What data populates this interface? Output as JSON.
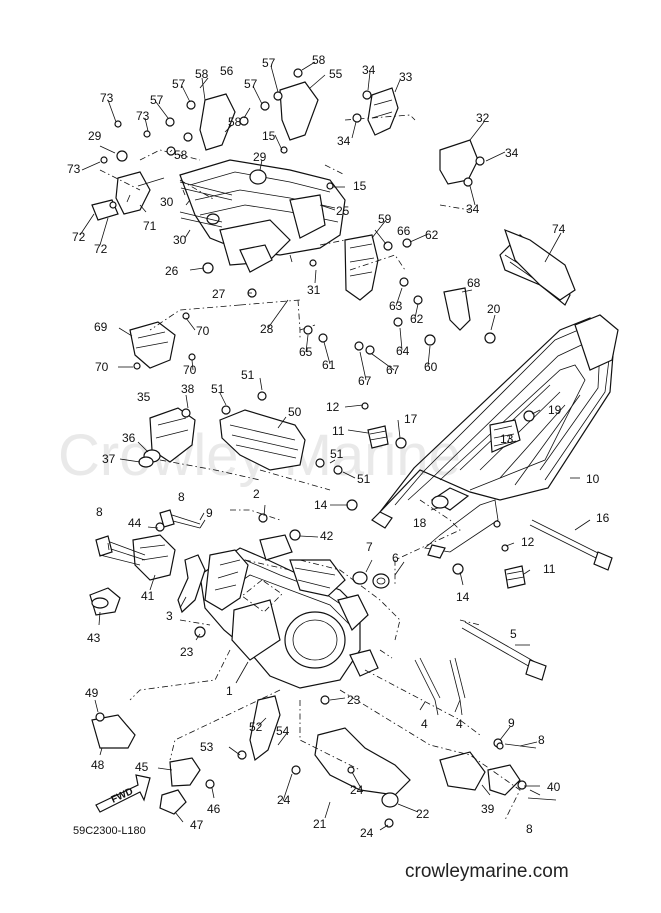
{
  "diagram": {
    "reference_code": "59C2300-L180",
    "site_text": "crowleymarine.com",
    "watermark": "Crowley Marine",
    "fwd_label": "FWD",
    "callouts": [
      {
        "id": "c1",
        "text": "1"
      },
      {
        "id": "c2",
        "text": "2"
      },
      {
        "id": "c3",
        "text": "3"
      },
      {
        "id": "c4a",
        "text": "4"
      },
      {
        "id": "c4b",
        "text": "4"
      },
      {
        "id": "c5",
        "text": "5"
      },
      {
        "id": "c6",
        "text": "6"
      },
      {
        "id": "c7",
        "text": "7"
      },
      {
        "id": "c8a",
        "text": "8"
      },
      {
        "id": "c8b",
        "text": "8"
      },
      {
        "id": "c8c",
        "text": "8"
      },
      {
        "id": "c8d",
        "text": "8"
      },
      {
        "id": "c9a",
        "text": "9"
      },
      {
        "id": "c9b",
        "text": "9"
      },
      {
        "id": "c10",
        "text": "10"
      },
      {
        "id": "c11a",
        "text": "11"
      },
      {
        "id": "c11b",
        "text": "11"
      },
      {
        "id": "c12a",
        "text": "12"
      },
      {
        "id": "c12b",
        "text": "12"
      },
      {
        "id": "c13",
        "text": "13"
      },
      {
        "id": "c14a",
        "text": "14"
      },
      {
        "id": "c14b",
        "text": "14"
      },
      {
        "id": "c15a",
        "text": "15"
      },
      {
        "id": "c15b",
        "text": "15"
      },
      {
        "id": "c16",
        "text": "16"
      },
      {
        "id": "c17",
        "text": "17"
      },
      {
        "id": "c18",
        "text": "18"
      },
      {
        "id": "c19",
        "text": "19"
      },
      {
        "id": "c20",
        "text": "20"
      },
      {
        "id": "c21",
        "text": "21"
      },
      {
        "id": "c22",
        "text": "22"
      },
      {
        "id": "c23a",
        "text": "23"
      },
      {
        "id": "c23b",
        "text": "23"
      },
      {
        "id": "c24a",
        "text": "24"
      },
      {
        "id": "c24b",
        "text": "24"
      },
      {
        "id": "c24c",
        "text": "24"
      },
      {
        "id": "c25",
        "text": "25"
      },
      {
        "id": "c26",
        "text": "26"
      },
      {
        "id": "c27",
        "text": "27"
      },
      {
        "id": "c28",
        "text": "28"
      },
      {
        "id": "c29a",
        "text": "29"
      },
      {
        "id": "c29b",
        "text": "29"
      },
      {
        "id": "c30a",
        "text": "30"
      },
      {
        "id": "c30b",
        "text": "30"
      },
      {
        "id": "c31",
        "text": "31"
      },
      {
        "id": "c32",
        "text": "32"
      },
      {
        "id": "c33",
        "text": "33"
      },
      {
        "id": "c34a",
        "text": "34"
      },
      {
        "id": "c34b",
        "text": "34"
      },
      {
        "id": "c34c",
        "text": "34"
      },
      {
        "id": "c34d",
        "text": "34"
      },
      {
        "id": "c35",
        "text": "35"
      },
      {
        "id": "c36",
        "text": "36"
      },
      {
        "id": "c37",
        "text": "37"
      },
      {
        "id": "c38",
        "text": "38"
      },
      {
        "id": "c39",
        "text": "39"
      },
      {
        "id": "c40",
        "text": "40"
      },
      {
        "id": "c41",
        "text": "41"
      },
      {
        "id": "c42",
        "text": "42"
      },
      {
        "id": "c43",
        "text": "43"
      },
      {
        "id": "c44",
        "text": "44"
      },
      {
        "id": "c45",
        "text": "45"
      },
      {
        "id": "c46",
        "text": "46"
      },
      {
        "id": "c47",
        "text": "47"
      },
      {
        "id": "c48",
        "text": "48"
      },
      {
        "id": "c49",
        "text": "49"
      },
      {
        "id": "c50",
        "text": "50"
      },
      {
        "id": "c51a",
        "text": "51"
      },
      {
        "id": "c51b",
        "text": "51"
      },
      {
        "id": "c51c",
        "text": "51"
      },
      {
        "id": "c51d",
        "text": "51"
      },
      {
        "id": "c52",
        "text": "52"
      },
      {
        "id": "c53",
        "text": "53"
      },
      {
        "id": "c54",
        "text": "54"
      },
      {
        "id": "c55",
        "text": "55"
      },
      {
        "id": "c56",
        "text": "56"
      },
      {
        "id": "c57a",
        "text": "57"
      },
      {
        "id": "c57b",
        "text": "57"
      },
      {
        "id": "c57c",
        "text": "57"
      },
      {
        "id": "c57d",
        "text": "57"
      },
      {
        "id": "c58a",
        "text": "58"
      },
      {
        "id": "c58b",
        "text": "58"
      },
      {
        "id": "c58c",
        "text": "58"
      },
      {
        "id": "c58d",
        "text": "58"
      },
      {
        "id": "c59",
        "text": "59"
      },
      {
        "id": "c60",
        "text": "60"
      },
      {
        "id": "c61",
        "text": "61"
      },
      {
        "id": "c62a",
        "text": "62"
      },
      {
        "id": "c62b",
        "text": "62"
      },
      {
        "id": "c63",
        "text": "63"
      },
      {
        "id": "c64",
        "text": "64"
      },
      {
        "id": "c65",
        "text": "65"
      },
      {
        "id": "c66",
        "text": "66"
      },
      {
        "id": "c67a",
        "text": "67"
      },
      {
        "id": "c67b",
        "text": "67"
      },
      {
        "id": "c68",
        "text": "68"
      },
      {
        "id": "c69",
        "text": "69"
      },
      {
        "id": "c70a",
        "text": "70"
      },
      {
        "id": "c70b",
        "text": "70"
      },
      {
        "id": "c70c",
        "text": "70"
      },
      {
        "id": "c71",
        "text": "71"
      },
      {
        "id": "c72a",
        "text": "72"
      },
      {
        "id": "c72b",
        "text": "72"
      },
      {
        "id": "c73a",
        "text": "73"
      },
      {
        "id": "c73b",
        "text": "73"
      },
      {
        "id": "c73c",
        "text": "73"
      },
      {
        "id": "c74",
        "text": "74"
      }
    ]
  }
}
